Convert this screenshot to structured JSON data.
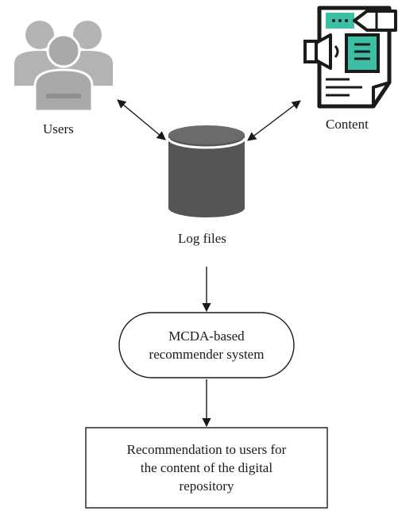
{
  "nodes": {
    "users": {
      "label": "Users",
      "icon": "users-group-icon"
    },
    "content": {
      "label": "Content",
      "icon": "content-document-icon"
    },
    "log_files": {
      "label": "Log files",
      "icon": "database-cylinder-icon"
    },
    "recommender": {
      "lines": [
        "MCDA-based",
        "recommender system"
      ]
    },
    "output": {
      "lines": [
        "Recommendation to users for",
        "the content of the digital",
        "repository"
      ]
    }
  },
  "edges": [
    {
      "from": "users",
      "to": "log_files",
      "style": "bidirectional"
    },
    {
      "from": "content",
      "to": "log_files",
      "style": "bidirectional"
    },
    {
      "from": "log_files",
      "to": "recommender",
      "style": "directed"
    },
    {
      "from": "recommender",
      "to": "output",
      "style": "directed"
    }
  ],
  "colors": {
    "users_icon": "#b0b0b0",
    "users_icon_dark": "#8f8f8f",
    "content_accent": "#3dbfa6",
    "cylinder_body": "#555555",
    "cylinder_top": "#6a6a6a",
    "line": "#1a1a1a"
  }
}
